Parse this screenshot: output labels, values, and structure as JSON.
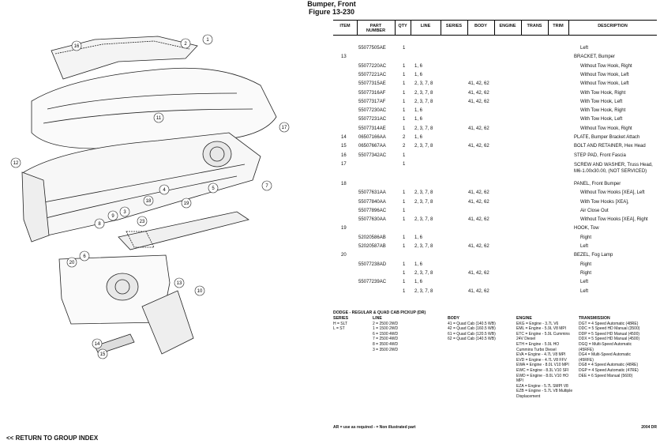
{
  "header": {
    "title": "Bumper, Front",
    "figure": "Figure 13-230"
  },
  "table": {
    "columns": [
      "ITEM",
      "PART NUMBER",
      "QTY",
      "LINE",
      "SERIES",
      "BODY",
      "ENGINE",
      "TRANS",
      "TRIM",
      "DESCRIPTION"
    ],
    "rows": [
      {
        "item": "",
        "part": "55077505AE",
        "qty": "1",
        "line": "",
        "body": "",
        "desc": "Left",
        "indent": true
      },
      {
        "item": "13",
        "part": "",
        "qty": "",
        "line": "",
        "body": "",
        "desc": "BRACKET, Bumper",
        "indent": false
      },
      {
        "item": "",
        "part": "55077220AC",
        "qty": "1",
        "line": "1, 6",
        "body": "",
        "desc": "Without Tow Hook, Right",
        "indent": true
      },
      {
        "item": "",
        "part": "55077221AC",
        "qty": "1",
        "line": "1, 6",
        "body": "",
        "desc": "Without Tow Hook, Left",
        "indent": true
      },
      {
        "item": "",
        "part": "55077315AE",
        "qty": "1",
        "line": "2, 3, 7, 8",
        "body": "41, 42, 62",
        "desc": "Without Tow Hook, Left",
        "indent": true
      },
      {
        "item": "",
        "part": "55077316AF",
        "qty": "1",
        "line": "2, 3, 7, 8",
        "body": "41, 42, 62",
        "desc": "With Tow Hook, Right",
        "indent": true
      },
      {
        "item": "",
        "part": "55077317AF",
        "qty": "1",
        "line": "2, 3, 7, 8",
        "body": "41, 42, 62",
        "desc": "With Tow Hook, Left",
        "indent": true
      },
      {
        "item": "",
        "part": "55077230AC",
        "qty": "1",
        "line": "1, 6",
        "body": "",
        "desc": "With Tow Hook, Right",
        "indent": true
      },
      {
        "item": "",
        "part": "55077231AC",
        "qty": "1",
        "line": "1, 6",
        "body": "",
        "desc": "With Tow Hook, Left",
        "indent": true
      },
      {
        "item": "",
        "part": "55077314AE",
        "qty": "1",
        "line": "2, 3, 7, 8",
        "body": "41, 42, 62",
        "desc": "Without Tow Hook, Right",
        "indent": true
      },
      {
        "item": "14",
        "part": "06507166AA",
        "qty": "2",
        "line": "1, 6",
        "body": "",
        "desc": "PLATE, Bumper Bracket Attach",
        "indent": false
      },
      {
        "item": "15",
        "part": "06507667AA",
        "qty": "2",
        "line": "2, 3, 7, 8",
        "body": "41, 42, 62",
        "desc": "BOLT AND RETAINER, Hex Head",
        "indent": false
      },
      {
        "item": "16",
        "part": "55077342AC",
        "qty": "1",
        "line": "",
        "body": "",
        "desc": "STEP PAD, Front Fascia",
        "indent": false
      },
      {
        "item": "17",
        "part": "",
        "qty": "1",
        "line": "",
        "body": "",
        "desc": "SCREW AND WASHER, Truss Head, M6-1.00x30.00, (NOT SERVICED)",
        "indent": false,
        "tall": true
      },
      {
        "item": "18",
        "part": "",
        "qty": "",
        "line": "",
        "body": "",
        "desc": "PANEL, Front Bumper",
        "indent": false
      },
      {
        "item": "",
        "part": "55077631AA",
        "qty": "1",
        "line": "2, 3, 7, 8",
        "body": "41, 42, 62",
        "desc": "Without Tow Hooks [XEA], Left",
        "indent": true
      },
      {
        "item": "",
        "part": "55077840AA",
        "qty": "1",
        "line": "2, 3, 7, 8",
        "body": "41, 42, 62",
        "desc": "With Tow Hooks [XEA],",
        "indent": true
      },
      {
        "item": "",
        "part": "55077896AC",
        "qty": "1",
        "line": "",
        "body": "",
        "desc": "Air Close Out",
        "indent": true
      },
      {
        "item": "",
        "part": "55077630AA",
        "qty": "1",
        "line": "2, 3, 7, 8",
        "body": "41, 42, 62",
        "desc": "Without Tow Hooks [XEA], Right",
        "indent": true
      },
      {
        "item": "19",
        "part": "",
        "qty": "",
        "line": "",
        "body": "",
        "desc": "HOOK, Tow",
        "indent": false
      },
      {
        "item": "",
        "part": "52020586AB",
        "qty": "1",
        "line": "1, 6",
        "body": "",
        "desc": "Right",
        "indent": true
      },
      {
        "item": "",
        "part": "52020587AB",
        "qty": "1",
        "line": "2, 3, 7, 8",
        "body": "41, 42, 62",
        "desc": "Left",
        "indent": true
      },
      {
        "item": "20",
        "part": "",
        "qty": "",
        "line": "",
        "body": "",
        "desc": "BEZEL, Fog Lamp",
        "indent": false
      },
      {
        "item": "",
        "part": "55077238AD",
        "qty": "1",
        "line": "1, 6",
        "body": "",
        "desc": "Right",
        "indent": true
      },
      {
        "item": "",
        "part": "",
        "qty": "1",
        "line": "2, 3, 7, 8",
        "body": "41, 42, 62",
        "desc": "Right",
        "indent": true
      },
      {
        "item": "",
        "part": "55077239AC",
        "qty": "1",
        "line": "1, 6",
        "body": "",
        "desc": "Left",
        "indent": true
      },
      {
        "item": "",
        "part": "",
        "qty": "1",
        "line": "2, 3, 7, 8",
        "body": "41, 42, 62",
        "desc": "Left",
        "indent": true
      }
    ]
  },
  "legend": {
    "title": "DODGE - REGULAR & QUAD CAB PICKUP (DR)",
    "series_head": "SERIES",
    "series": [
      "H = SLT",
      "L = ST"
    ],
    "line_head": "LINE",
    "line": [
      "2 = 2500 2WD",
      "1 = 1500 2WD",
      "6 = 1500 4WD",
      "7 = 2500 4WD",
      "8 = 3500 4WD",
      "3 = 3500 2WD"
    ],
    "body_head": "BODY",
    "body": [
      "41 = Quad Cab (140.5 WB)",
      "42 = Quad Cab (160.5 WB)",
      "61 = Quad Cab (120.5 WB)",
      "62 = Quad Cab (140.5 WB)"
    ],
    "engine_head": "ENGINE",
    "engine": [
      "EKG = Engine - 3.7L V6",
      "EML = Engine - 5.9L V8 MPI",
      "ETC = Engine - 5.9L Cummins",
      "24V Diesel",
      "ETH = Engine - 5.9L HO",
      "Cummins Turbo Diesel",
      "EVA = Engine - 4.7L V8 MPI",
      "EVD = Engine - 4.7L V8 FFV",
      "EWA = Engine - 8.0L V10 MPI",
      "EWC = Engine - 8.3L V10 SFI",
      "EWD = Engine - 8.0L V10 HO",
      "MPI",
      "EZA = Engine - 5.7L SMPI V8",
      "EZB = Engine - 5.7L V8 Multiple",
      "Displacement"
    ],
    "trans_head": "TRANSMISSION",
    "trans": [
      "DGT = 4 Speed Automatic (48RE)",
      "DDC = 5 Speed HD Manual (3500)",
      "DDP = 5 Speed HD Manual (4500)",
      "DDX = 5 Speed HD Manual (4500)",
      "DGQ = Multi-Speed Automatic",
      "(45RFE)",
      "DG4 = Multi-Speed Automatic",
      "(45RFE)",
      "DG8 = 4 Speed Automatic (48RE)",
      "DGP = 4 Speed Automatic (47RE)",
      "DEE = 6 Speed Manual (5600)"
    ]
  },
  "footer": {
    "note": "AR = use as required   - = Non illustrated part",
    "year": "2004 DR",
    "return_link": "<< RETURN TO GROUP INDEX"
  },
  "callouts": [
    "16",
    "2",
    "1",
    "12",
    "11",
    "17",
    "13",
    "3",
    "4",
    "5",
    "7",
    "9",
    "8",
    "6",
    "18",
    "19",
    "23",
    "20",
    "10",
    "14",
    "15"
  ]
}
